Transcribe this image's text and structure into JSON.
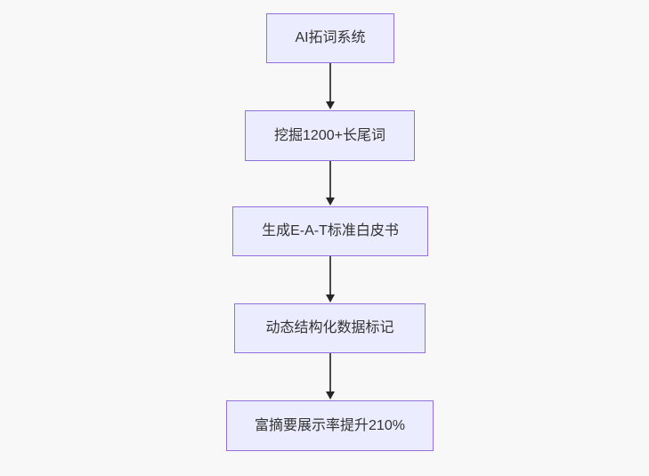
{
  "diagram": {
    "type": "flowchart-vertical",
    "colors": {
      "background": "#f8f8f8",
      "node_fill": "#ececff",
      "node_border": "#9370db",
      "text": "#333333",
      "arrow_line": "#4a4a4a",
      "arrow_head": "#262626"
    },
    "nodes": [
      {
        "id": "n1",
        "label": "AI拓词系统"
      },
      {
        "id": "n2",
        "label": "挖掘1200+长尾词"
      },
      {
        "id": "n3",
        "label": "生成E-A-T标准白皮书"
      },
      {
        "id": "n4",
        "label": "动态结构化数据标记"
      },
      {
        "id": "n5",
        "label": "富摘要展示率提升210%"
      }
    ],
    "edges": [
      {
        "from": "n1",
        "to": "n2"
      },
      {
        "from": "n2",
        "to": "n3"
      },
      {
        "from": "n3",
        "to": "n4"
      },
      {
        "from": "n4",
        "to": "n5"
      }
    ]
  }
}
